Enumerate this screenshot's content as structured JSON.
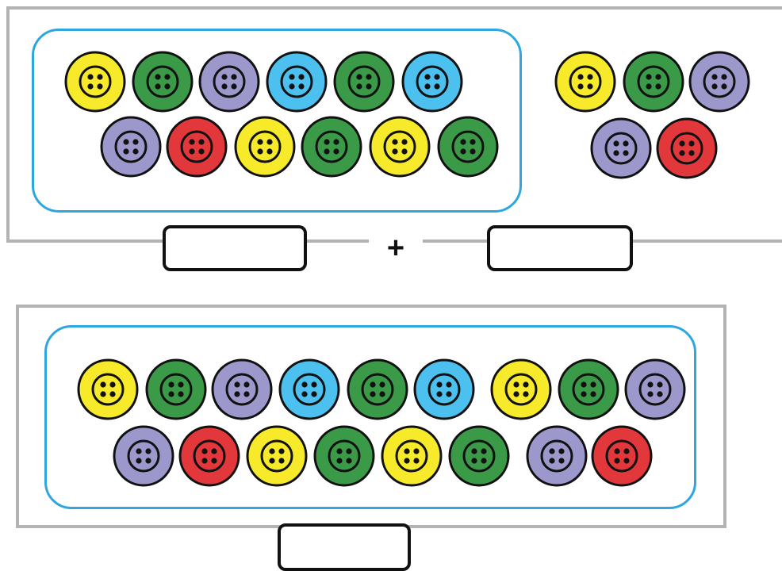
{
  "operator": "+",
  "colors": {
    "yellow": "#f7ea2b",
    "green": "#3b9a47",
    "purple": "#9c98cc",
    "blue": "#4cc0ee",
    "red": "#e2373b",
    "outline": "#111111",
    "group_border": "#2ea6df",
    "frame_border": "#b3b3b3"
  },
  "icons": [
    "button-icon",
    "plus-sign"
  ],
  "top_left_group": {
    "count": 12,
    "rows": [
      [
        "yellow",
        "green",
        "purple",
        "blue",
        "green",
        "blue"
      ],
      [
        "purple",
        "red",
        "yellow",
        "green",
        "yellow",
        "green"
      ]
    ]
  },
  "top_right_group": {
    "count": 5,
    "rows": [
      [
        "yellow",
        "green",
        "purple"
      ],
      [
        "purple",
        "red"
      ]
    ]
  },
  "bottom_group": {
    "count": 17,
    "rows": [
      [
        "yellow",
        "green",
        "purple",
        "blue",
        "green",
        "blue",
        "yellow",
        "green",
        "purple"
      ],
      [
        "purple",
        "red",
        "yellow",
        "green",
        "yellow",
        "green",
        "purple",
        "red"
      ]
    ]
  },
  "answer_boxes": {
    "first_addend": "",
    "second_addend": "",
    "total": ""
  }
}
